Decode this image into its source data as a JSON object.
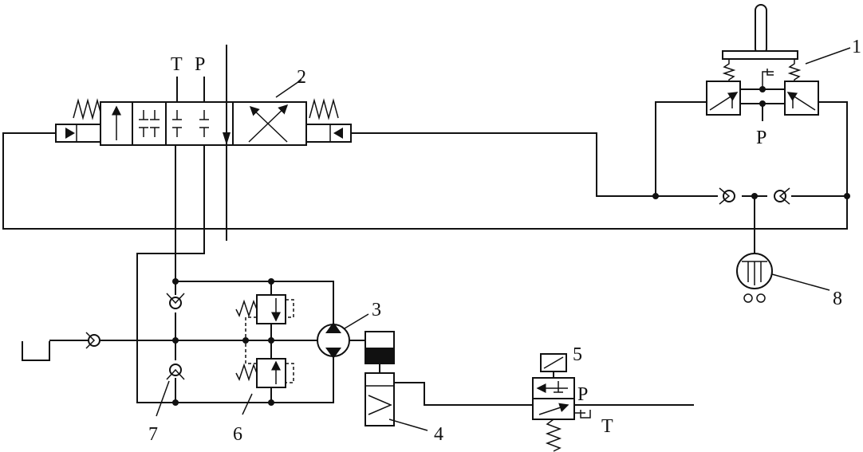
{
  "labels": {
    "valve_main_T": "T",
    "valve_main_P": "P",
    "n1": "1",
    "n2": "2",
    "n3": "3",
    "n4": "4",
    "n5": "5",
    "n6": "6",
    "n7": "7",
    "n8": "8",
    "pilot_P": "P",
    "solenoid_P": "P",
    "solenoid_T": "T"
  }
}
